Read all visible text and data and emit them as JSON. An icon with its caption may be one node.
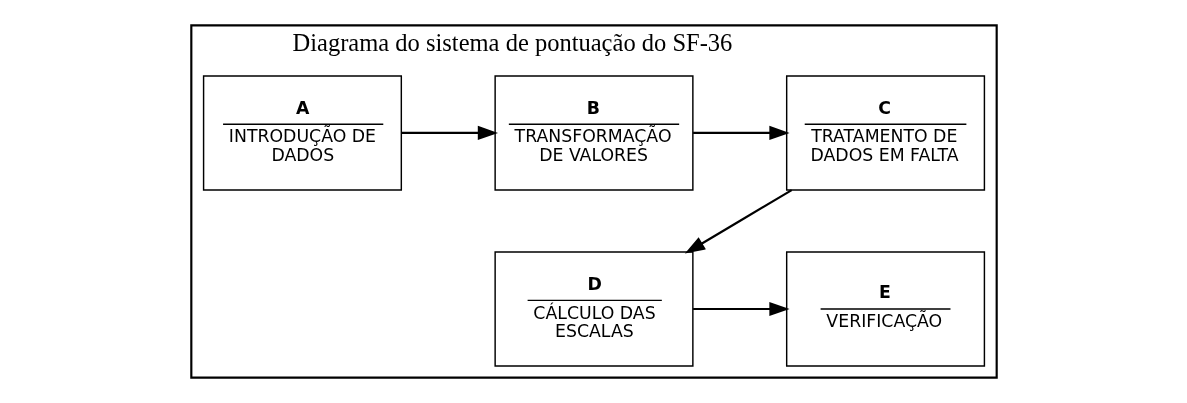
{
  "diagram": {
    "nodes": [
      {
        "text": [
          "Diagrama do sistema de pontuação do SF-36"
        ]
      },
      {
        "text": [
          "A",
          "INTRODUÇÃO DE DADOS"
        ],
        "in": 0
      },
      {
        "text": [
          "B",
          "TRANSFORMAÇÃO DE VALORES"
        ],
        "in": 0
      },
      {
        "text": [
          "C",
          "TRATAMENTO DE DADOS EM FALTA"
        ],
        "in": 0
      },
      {
        "text": [
          "D",
          "CÁLCULO DAS ESCALAS"
        ],
        "in": 0
      },
      {
        "text": [
          "E",
          "VERIFICAÇÃO"
        ],
        "in": 0
      }
    ],
    "edges": [
      {
        "from": 1,
        "to": 2,
        "arrow": "to"
      },
      {
        "from": 2,
        "to": 3,
        "arrow": "to"
      },
      {
        "from": 3,
        "to": 4,
        "arrow": "to"
      },
      {
        "from": 4,
        "to": 5,
        "arrow": "to"
      }
    ]
  }
}
